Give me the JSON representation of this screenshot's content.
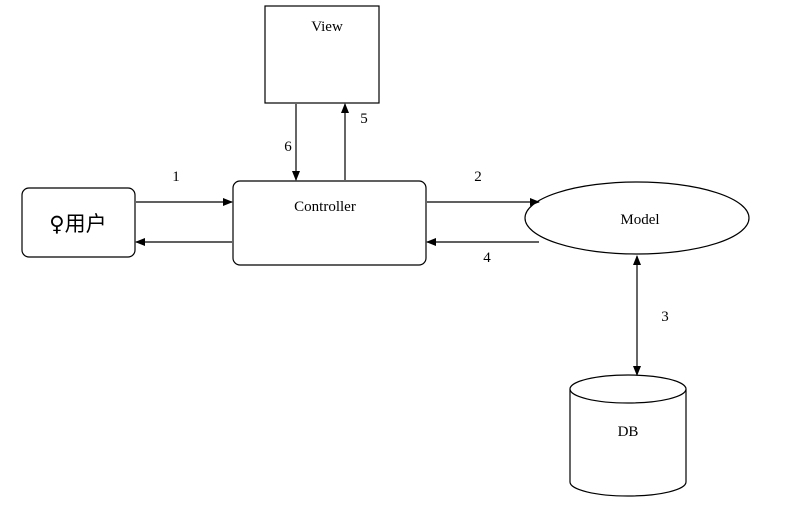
{
  "nodes": {
    "view": "View",
    "controller": "Controller",
    "model": "Model",
    "db": "DB",
    "user": "♀用户"
  },
  "edge_labels": {
    "e1": "1",
    "e2": "2",
    "e3": "3",
    "e4": "4",
    "e5": "5",
    "e6": "6"
  }
}
